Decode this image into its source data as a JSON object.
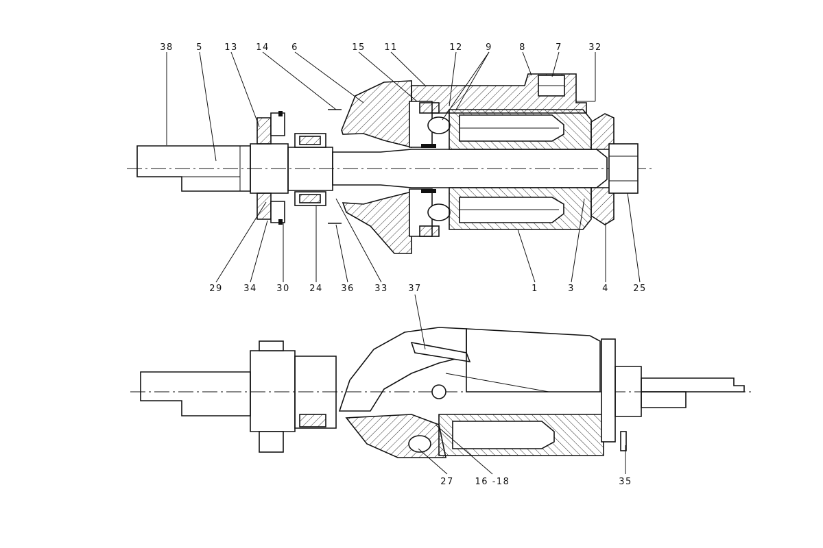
{
  "diagram": {
    "top_view": {
      "labels_top": [
        "38",
        "5",
        "13",
        "14",
        "6",
        "15",
        "11",
        "12",
        "9",
        "8",
        "7",
        "32"
      ],
      "labels_bottom": [
        "29",
        "34",
        "30",
        "24",
        "36",
        "33",
        "37",
        "1",
        "3",
        "4",
        "25"
      ]
    },
    "bottom_view": {
      "labels_bottom": [
        "27",
        "16 -18",
        "35"
      ]
    }
  },
  "colors": {
    "ink": "#111111",
    "paper": "#ffffff"
  }
}
